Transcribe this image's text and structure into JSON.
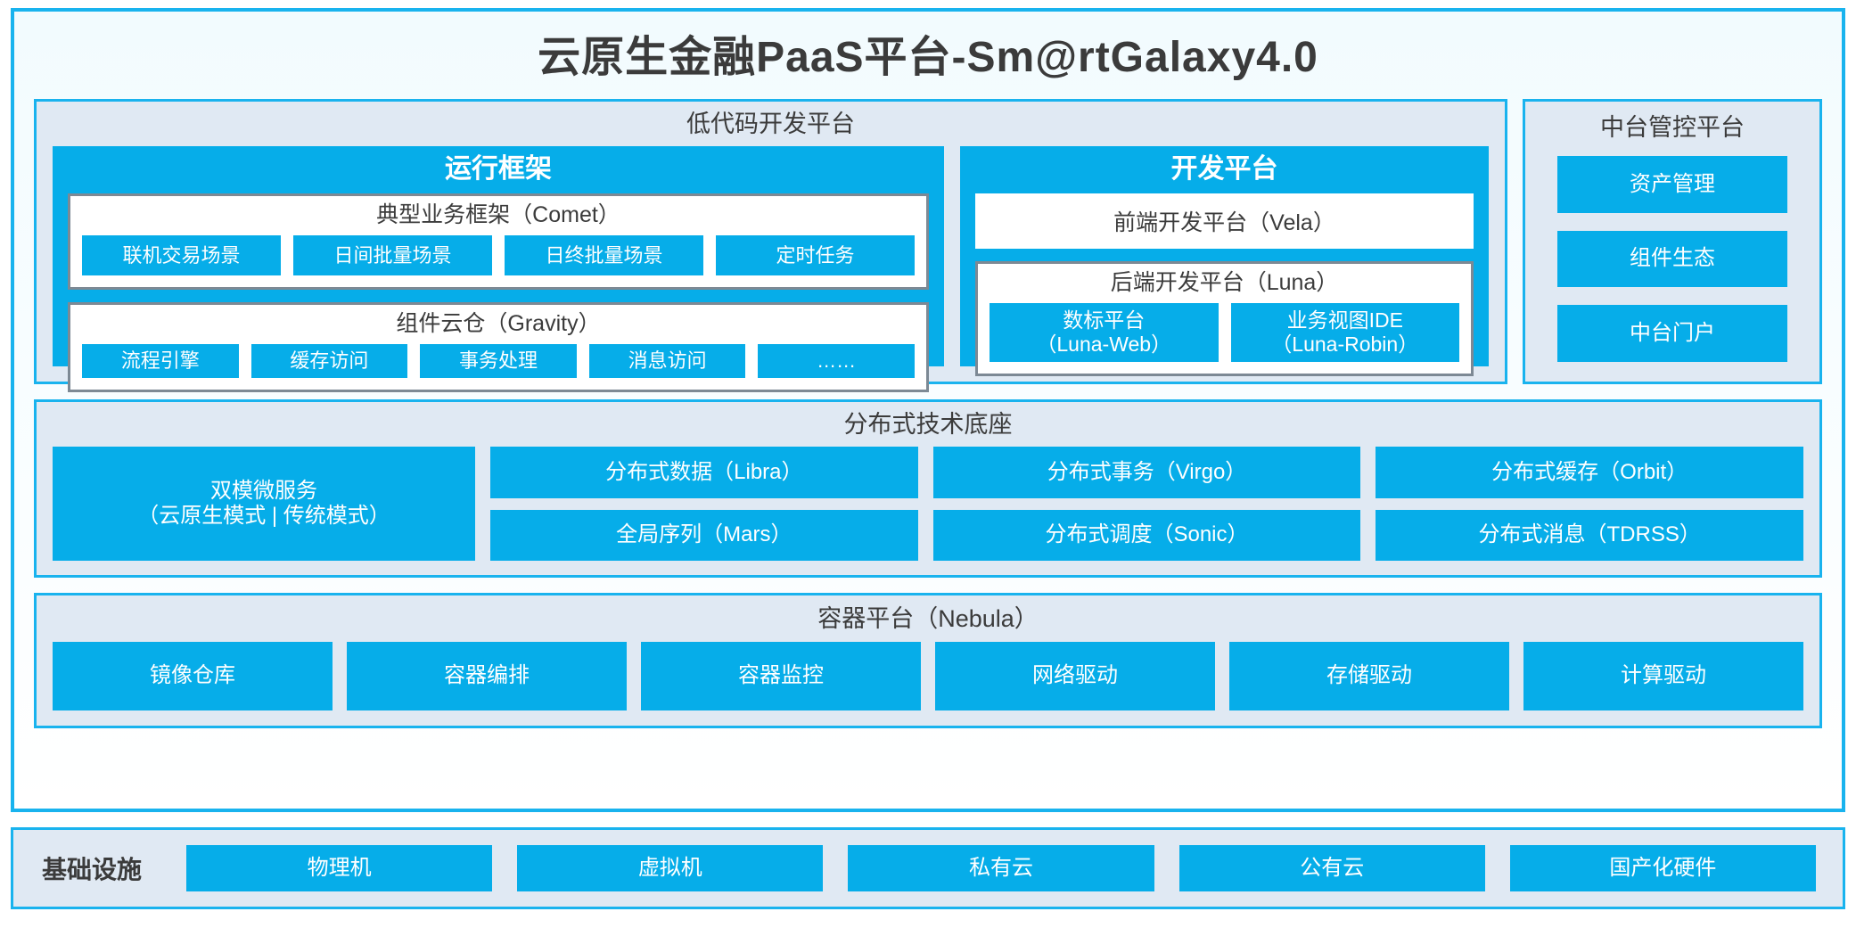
{
  "title": "云原生金融PaaS平台-Sm@rtGalaxy4.0",
  "colors": {
    "accent_blue": "#06ade9",
    "border_blue": "#19b3ee",
    "panel_bg": "#e0e9f3",
    "card_border_gray": "#7d8994",
    "text_dark": "#3b3b3b"
  },
  "lowcode": {
    "title": "低代码开发平台",
    "runtime": {
      "title": "运行框架",
      "comet": {
        "title": "典型业务框架（Comet）",
        "items": [
          "联机交易场景",
          "日间批量场景",
          "日终批量场景",
          "定时任务"
        ]
      },
      "gravity": {
        "title": "组件云仓（Gravity）",
        "items": [
          "流程引擎",
          "缓存访问",
          "事务处理",
          "消息访问",
          "……"
        ]
      }
    },
    "devplatform": {
      "title": "开发平台",
      "frontend": "前端开发平台（Vela）",
      "backend": {
        "title": "后端开发平台（Luna）",
        "items": [
          "数标平台\n（Luna-Web）",
          "业务视图IDE\n（Luna-Robin）"
        ]
      }
    }
  },
  "management": {
    "title": "中台管控平台",
    "items": [
      "资产管理",
      "组件生态",
      "中台门户"
    ]
  },
  "tech_foundation": {
    "title": "分布式技术底座",
    "microservice": "双模微服务\n（云原生模式 | 传统模式）",
    "columns": [
      [
        "分布式数据（Libra）",
        "全局序列（Mars）"
      ],
      [
        "分布式事务（Virgo）",
        "分布式调度（Sonic）"
      ],
      [
        "分布式缓存（Orbit）",
        "分布式消息（TDRSS）"
      ]
    ]
  },
  "container_platform": {
    "title": "容器平台（Nebula）",
    "items": [
      "镜像仓库",
      "容器编排",
      "容器监控",
      "网络驱动",
      "存储驱动",
      "计算驱动"
    ]
  },
  "infrastructure": {
    "label": "基础设施",
    "items": [
      "物理机",
      "虚拟机",
      "私有云",
      "公有云",
      "国产化硬件"
    ]
  }
}
